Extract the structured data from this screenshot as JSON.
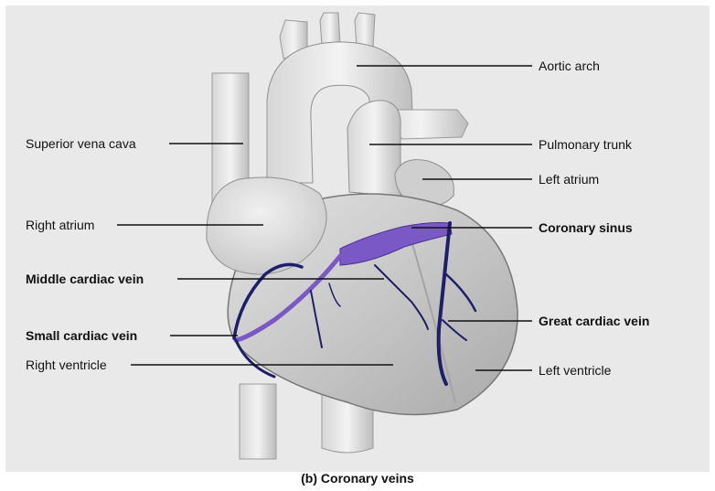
{
  "caption": "(b) Coronary veins",
  "labels": {
    "aortic_arch": "Aortic arch",
    "pulmonary_trunk": "Pulmonary trunk",
    "left_atrium": "Left atrium",
    "coronary_sinus": "Coronary sinus",
    "great_cardiac_vein": "Great cardiac vein",
    "left_ventricle": "Left ventricle",
    "superior_vena_cava": "Superior vena cava",
    "right_atrium": "Right atrium",
    "middle_cardiac_vein": "Middle cardiac vein",
    "small_cardiac_vein": "Small cardiac vein",
    "right_ventricle": "Right ventricle"
  },
  "colors": {
    "vein_purple": "#7a58c6",
    "vein_dark": "#1e1e6a",
    "heart_gray": "#c9c9c9",
    "background_gray": "#e9e9e9"
  }
}
